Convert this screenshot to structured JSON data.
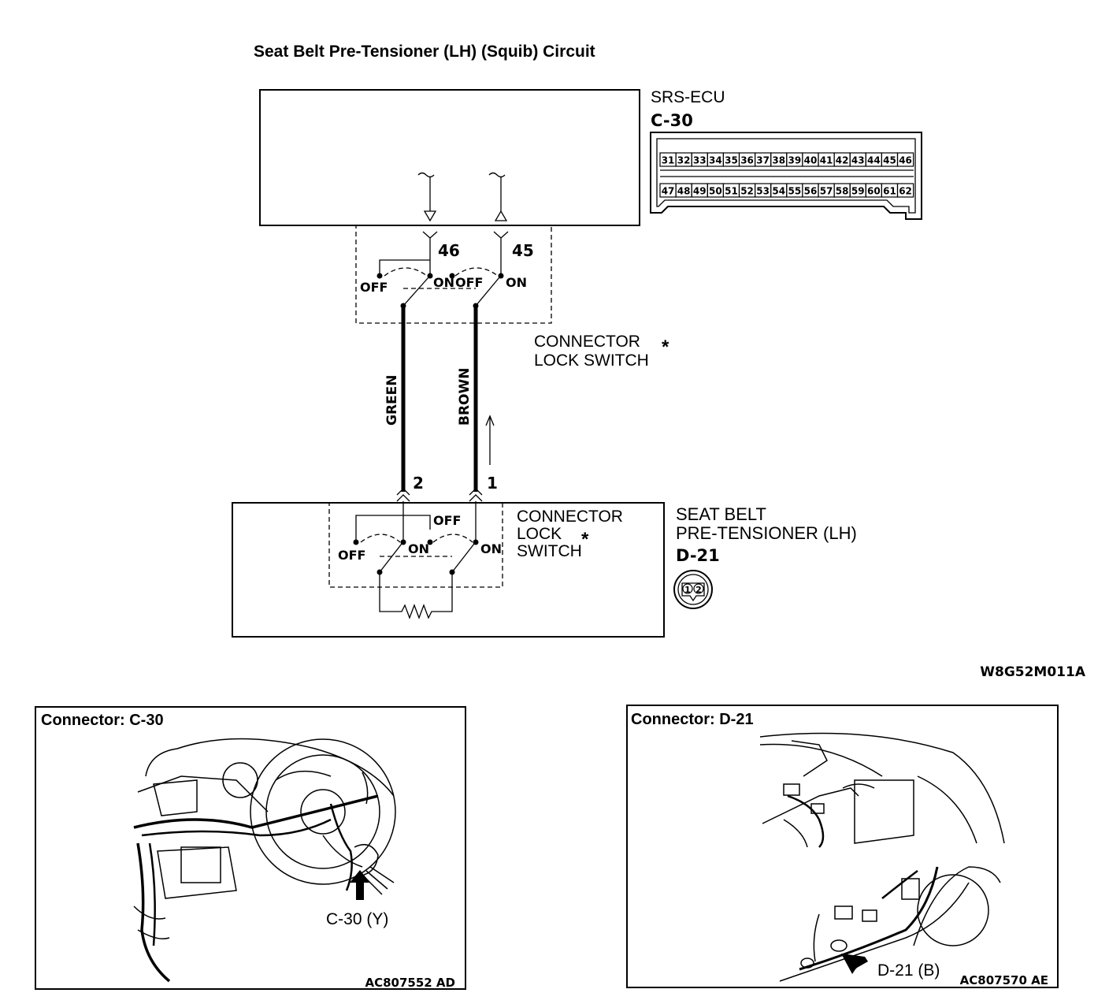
{
  "title": "Seat Belt Pre-Tensioner (LH) (Squib) Circuit",
  "ecu": {
    "name": "SRS-ECU",
    "connector_id": "C-30",
    "pins_row1": [
      "31",
      "32",
      "33",
      "34",
      "35",
      "36",
      "37",
      "38",
      "39",
      "40",
      "41",
      "42",
      "43",
      "44",
      "45",
      "46"
    ],
    "pins_row2": [
      "47",
      "48",
      "49",
      "50",
      "51",
      "52",
      "53",
      "54",
      "55",
      "56",
      "57",
      "58",
      "59",
      "60",
      "61",
      "62"
    ],
    "terminal_left": "46",
    "terminal_right": "45"
  },
  "switch_labels": {
    "off": "OFF",
    "on": "ON"
  },
  "connector_lock_switch": {
    "line1": "CONNECTOR",
    "line2": "LOCK SWITCH",
    "mark": "*"
  },
  "wires": {
    "left_color": "GREEN",
    "right_color": "BROWN"
  },
  "pretensioner": {
    "line1": "SEAT BELT",
    "line2": "PRE-TENSIONER (LH)",
    "connector_id": "D-21",
    "terminal_left": "2",
    "terminal_right": "1",
    "pin_a": "1",
    "pin_b": "2",
    "lock_switch": {
      "line1": "CONNECTOR",
      "line2": "LOCK",
      "line3": "SWITCH",
      "mark": "*"
    }
  },
  "figure_code": "W8G52M011A",
  "locator_left": {
    "title": "Connector: C-30",
    "callout": "C-30 (Y)",
    "code": "AC807552 AD"
  },
  "locator_right": {
    "title": "Connector: D-21",
    "callout": "D-21 (B)",
    "code": "AC807570 AE"
  }
}
